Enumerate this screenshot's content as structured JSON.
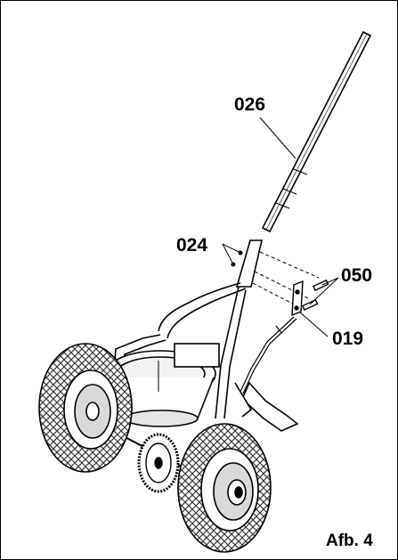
{
  "labels": {
    "handle_upper": "026",
    "bolts_left": "024",
    "bolts_right": "050",
    "bracket": "019"
  },
  "caption": "Afb. 4",
  "colors": {
    "ink": "#000000",
    "paper": "#ffffff",
    "shade": "#d9d9d9",
    "tread": "#555555"
  }
}
